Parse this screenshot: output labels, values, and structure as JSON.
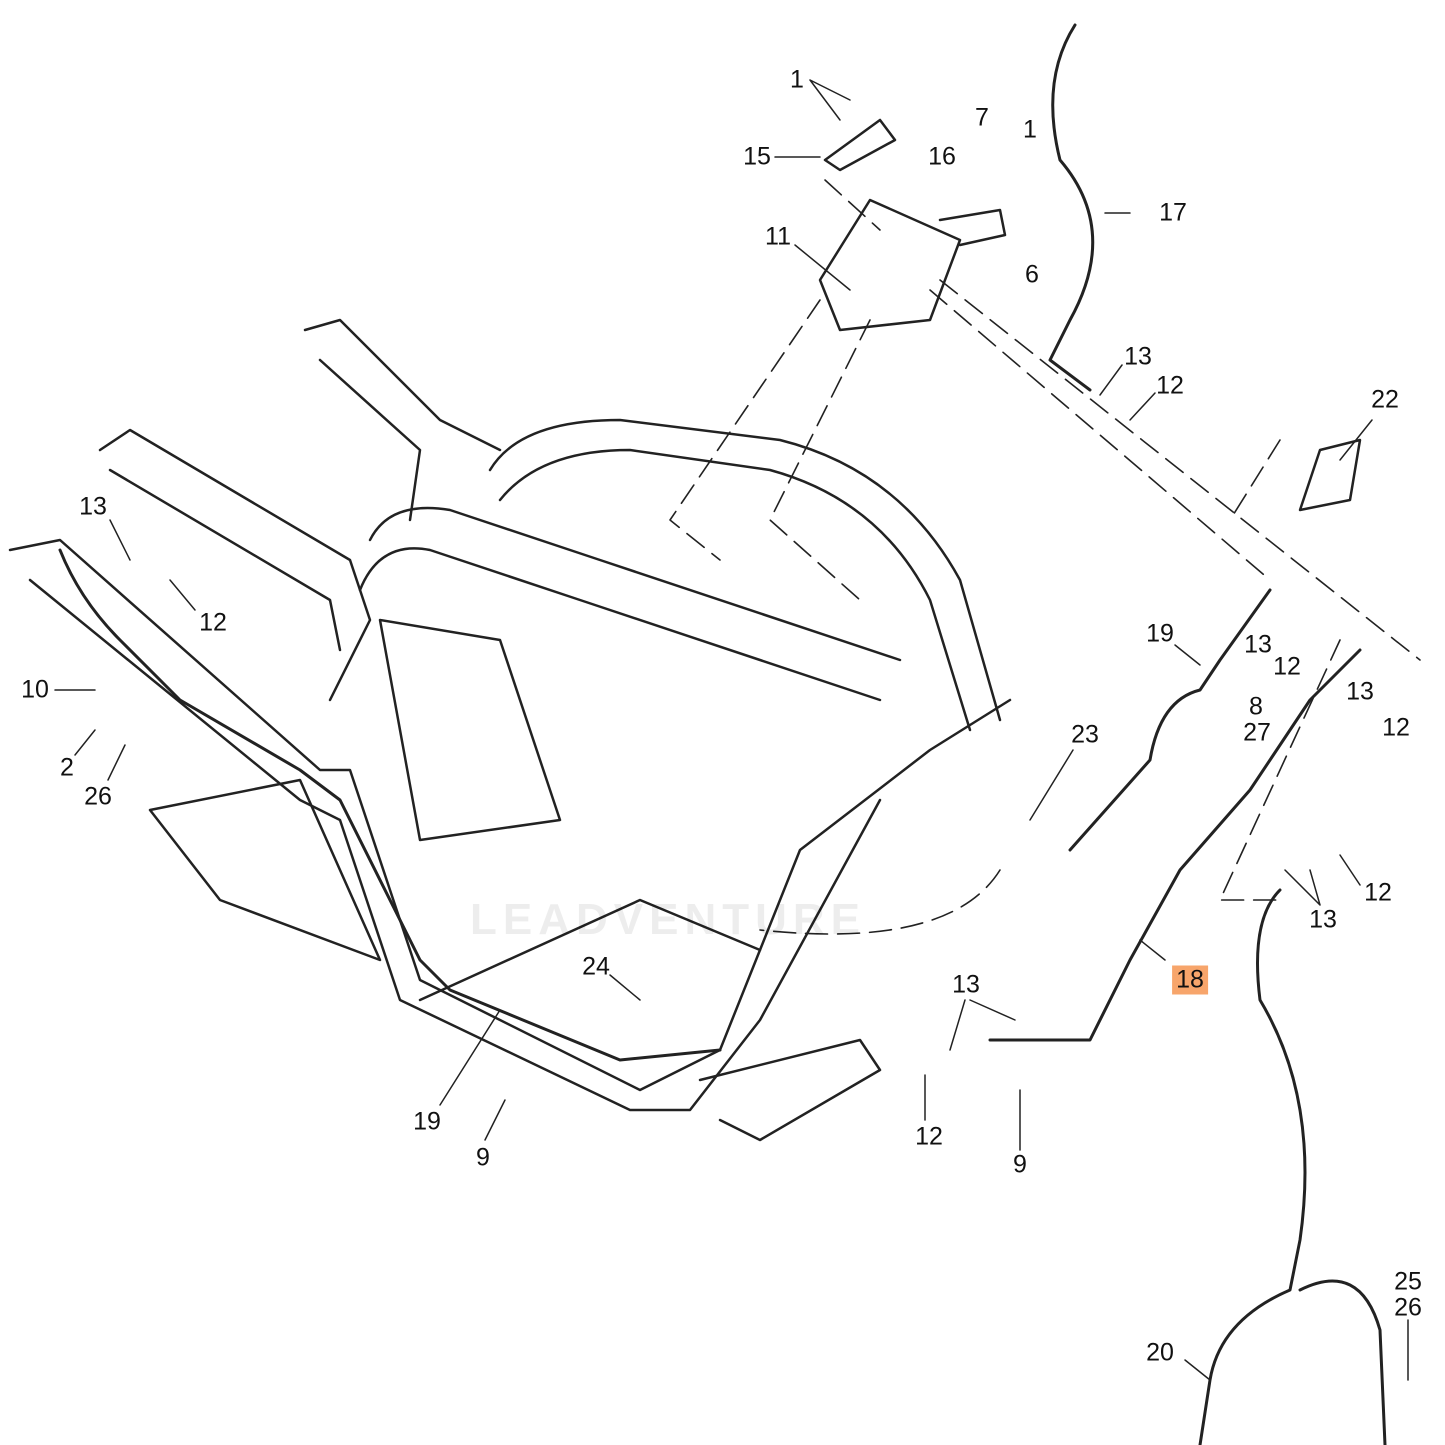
{
  "diagram": {
    "watermark": "LEADVENTURE",
    "highlight_color": "#f7a56b",
    "callouts": [
      {
        "id": "c1",
        "label": "1"
      },
      {
        "id": "c15",
        "label": "15"
      },
      {
        "id": "c7",
        "label": "7"
      },
      {
        "id": "c1b",
        "label": "1"
      },
      {
        "id": "c16",
        "label": "16"
      },
      {
        "id": "c17",
        "label": "17"
      },
      {
        "id": "c11",
        "label": "11"
      },
      {
        "id": "c6",
        "label": "6"
      },
      {
        "id": "c13a",
        "label": "13"
      },
      {
        "id": "c12a",
        "label": "12"
      },
      {
        "id": "c22",
        "label": "22"
      },
      {
        "id": "c13b",
        "label": "13"
      },
      {
        "id": "c12b",
        "label": "12"
      },
      {
        "id": "c10",
        "label": "10"
      },
      {
        "id": "c2",
        "label": "2"
      },
      {
        "id": "c26a",
        "label": "26"
      },
      {
        "id": "c19a",
        "label": "19"
      },
      {
        "id": "c13c",
        "label": "13"
      },
      {
        "id": "c12c",
        "label": "12"
      },
      {
        "id": "c8",
        "label": "8"
      },
      {
        "id": "c27",
        "label": "27"
      },
      {
        "id": "c13d",
        "label": "13"
      },
      {
        "id": "c12d",
        "label": "12"
      },
      {
        "id": "c23",
        "label": "23"
      },
      {
        "id": "c12e",
        "label": "12"
      },
      {
        "id": "c13e",
        "label": "13"
      },
      {
        "id": "c18",
        "label": "18",
        "highlighted": true
      },
      {
        "id": "c24",
        "label": "24"
      },
      {
        "id": "c13f",
        "label": "13"
      },
      {
        "id": "c19b",
        "label": "19"
      },
      {
        "id": "c9a",
        "label": "9"
      },
      {
        "id": "c12f",
        "label": "12"
      },
      {
        "id": "c9b",
        "label": "9"
      },
      {
        "id": "c25",
        "label": "25"
      },
      {
        "id": "c26b",
        "label": "26"
      },
      {
        "id": "c20",
        "label": "20"
      }
    ]
  }
}
